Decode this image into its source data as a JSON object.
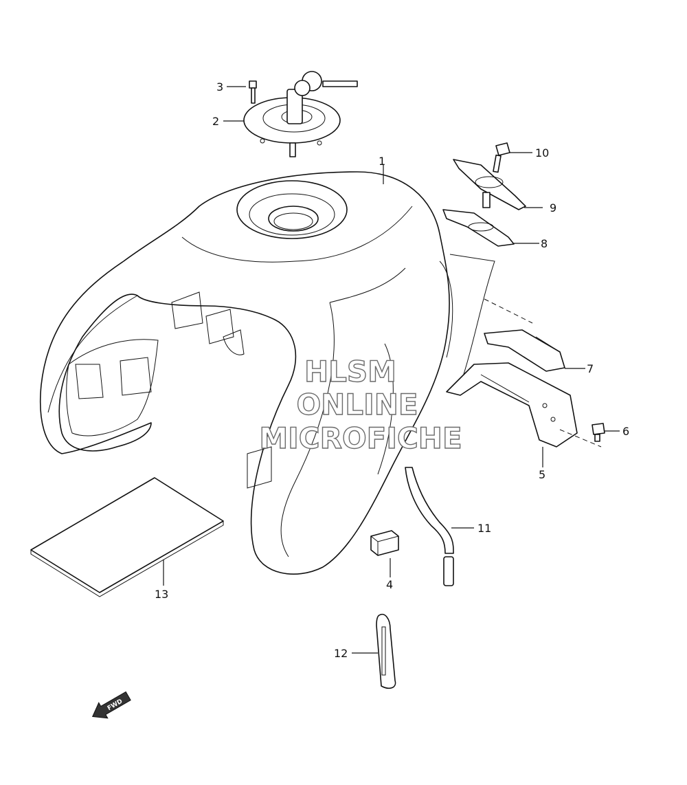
{
  "callouts": [
    {
      "id": "1",
      "label": "1"
    },
    {
      "id": "2",
      "label": "2"
    },
    {
      "id": "3",
      "label": "3"
    },
    {
      "id": "4",
      "label": "4"
    },
    {
      "id": "5",
      "label": "5"
    },
    {
      "id": "6",
      "label": "6"
    },
    {
      "id": "7",
      "label": "7"
    },
    {
      "id": "8",
      "label": "8"
    },
    {
      "id": "9",
      "label": "9"
    },
    {
      "id": "10",
      "label": "10"
    },
    {
      "id": "11",
      "label": "11"
    },
    {
      "id": "12",
      "label": "12"
    },
    {
      "id": "13",
      "label": "13"
    }
  ],
  "watermark": {
    "line1": "HLSM",
    "line2": "ONLINE",
    "line3": "MICROFICHE"
  },
  "fwd_label": "FWD"
}
